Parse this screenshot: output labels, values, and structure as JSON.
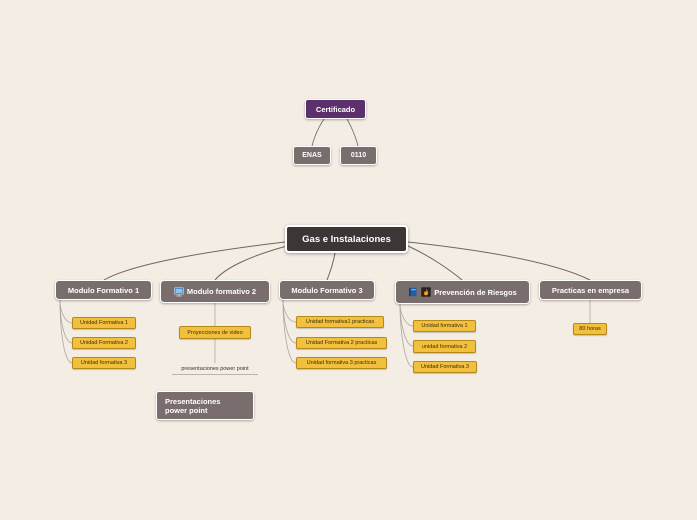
{
  "root": {
    "label": "Gas e Instalaciones"
  },
  "certificado": {
    "label": "Certificado",
    "children": [
      "ENAS",
      "0110"
    ]
  },
  "modules": [
    {
      "label": "Modulo Formativo 1",
      "icons": [],
      "children": [
        "Unidad Formativa 1",
        "Unidad Formativa 2",
        "Unidad formativa 3"
      ]
    },
    {
      "label": "Modulo formativo 2",
      "icons": [
        "monitor-icon"
      ],
      "children": [
        "Proyecciones de video"
      ],
      "note": "presentaciones power point"
    },
    {
      "label": "Modulo Formativo 3",
      "icons": [],
      "children": [
        "Unidad formativa1 practicas",
        "Unidad Formativa 2 practicas",
        "Unidad formativa 3 practicas"
      ]
    },
    {
      "label": "Prevención de Riesgos",
      "icons": [
        "book-icon",
        "fire-icon"
      ],
      "children": [
        "Unidad formativa 1",
        "unidad formativa 2",
        "Unidad Formativa 3"
      ]
    },
    {
      "label": "Practicas en empresa",
      "icons": [],
      "children": [
        "80 horas"
      ]
    }
  ],
  "floating": {
    "label": "Presentaciones power point"
  },
  "colors": {
    "background": "#f3ede3",
    "root": "#3d3636",
    "topic": "#7a6d6d",
    "certificado": "#5c2f6e",
    "subtopic": "#f2c03c"
  }
}
